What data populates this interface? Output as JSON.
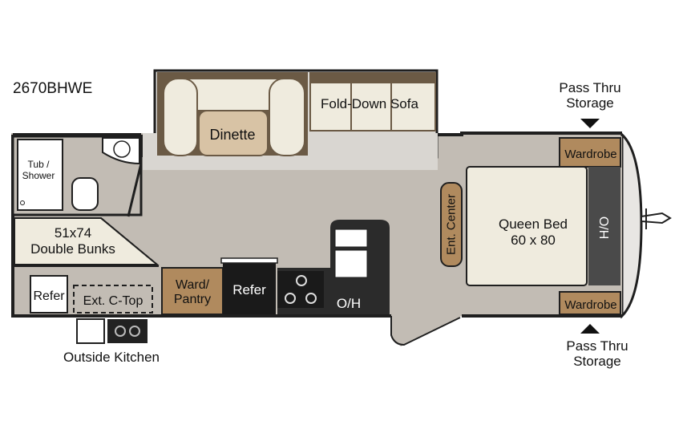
{
  "model": "2670BHWE",
  "labels": {
    "pass_thru_top_line1": "Pass Thru",
    "pass_thru_top_line2": "Storage",
    "pass_thru_bottom_line1": "Pass Thru",
    "pass_thru_bottom_line2": "Storage",
    "outside_kitchen": "Outside Kitchen"
  },
  "rooms": {
    "dinette": "Dinette",
    "fold_down_sofa": "Fold-Down Sofa",
    "tub_line1": "Tub /",
    "tub_line2": "Shower",
    "bunks_size": "51x74",
    "bunks_name": "Double Bunks",
    "outside_refer": "Refer",
    "ext_cooktop": "Ext. C-Top",
    "ward_line1": "Ward/",
    "ward_line2": "Pantry",
    "refer": "Refer",
    "overhead": "O/H",
    "ent_center": "Ent. Center",
    "queen_bed": "Queen Bed",
    "queen_size": "60 x 80",
    "ho": "H/O",
    "wardrobe_top": "Wardrobe",
    "wardrobe_bottom": "Wardrobe"
  },
  "colors": {
    "wall": "#1f1f1f",
    "floor": "#c2bcb4",
    "carpet": "#d9d6d1",
    "cushion": "#efebde",
    "wood": "#b08a5e",
    "dark": "#2a2a2a",
    "slide_trim": "#6b5a45"
  },
  "icons": [
    "sink-icon",
    "toilet-icon",
    "stove-burner-icon",
    "kitchen-sink-icon",
    "hitch-icon",
    "pass-thru-arrow-icon"
  ]
}
